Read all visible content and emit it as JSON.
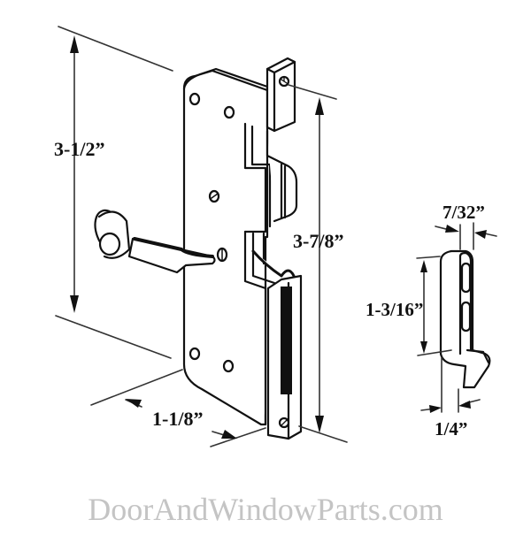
{
  "diagram": {
    "subject": "Sliding door mortise lock with keeper",
    "colors": {
      "line": "#111111",
      "dimension_line": "#333333",
      "fill": "#ffffff",
      "watermark": "#c4c4c4"
    },
    "lock_body": {
      "dimensions": {
        "overall_height": "3-1/2”",
        "faceplate_height": "3-7/8”",
        "depth": "1-1/8”"
      }
    },
    "keeper": {
      "dimensions": {
        "width_top": "7/32”",
        "height": "1-3/16”",
        "width_bottom": "1/4”"
      }
    }
  },
  "watermark": {
    "text": "DoorAndWindowParts.com"
  }
}
